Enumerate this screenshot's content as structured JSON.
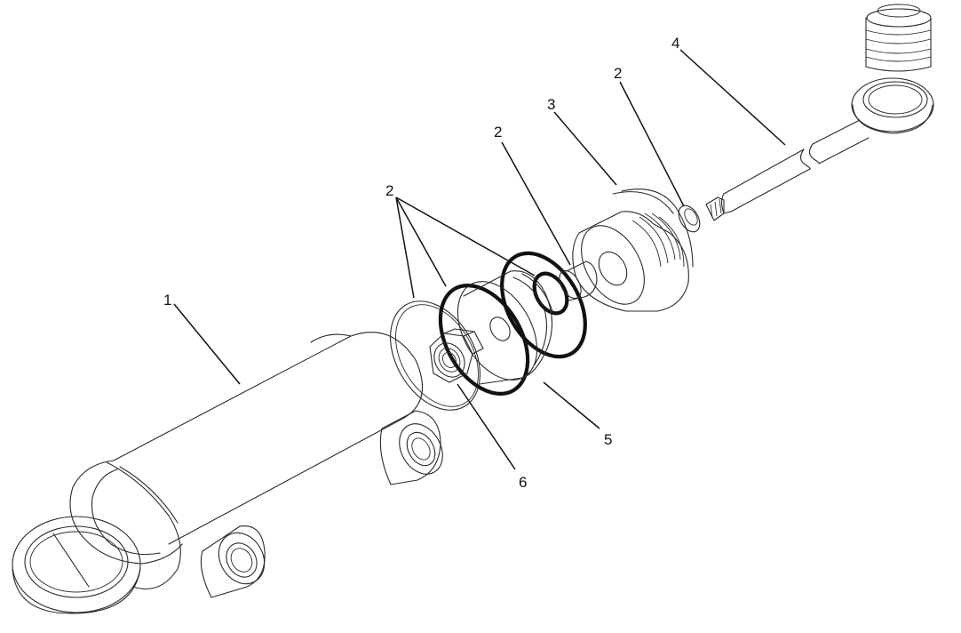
{
  "callouts": {
    "barrel": "1",
    "seal_outer_group": "2",
    "seal_center": "2",
    "gland": "3",
    "seal_rod": "2",
    "rod": "4",
    "piston": "5",
    "nut": "6"
  },
  "colors": {
    "line": "#2a2a2a",
    "seal": "#111111",
    "background": "#ffffff"
  }
}
